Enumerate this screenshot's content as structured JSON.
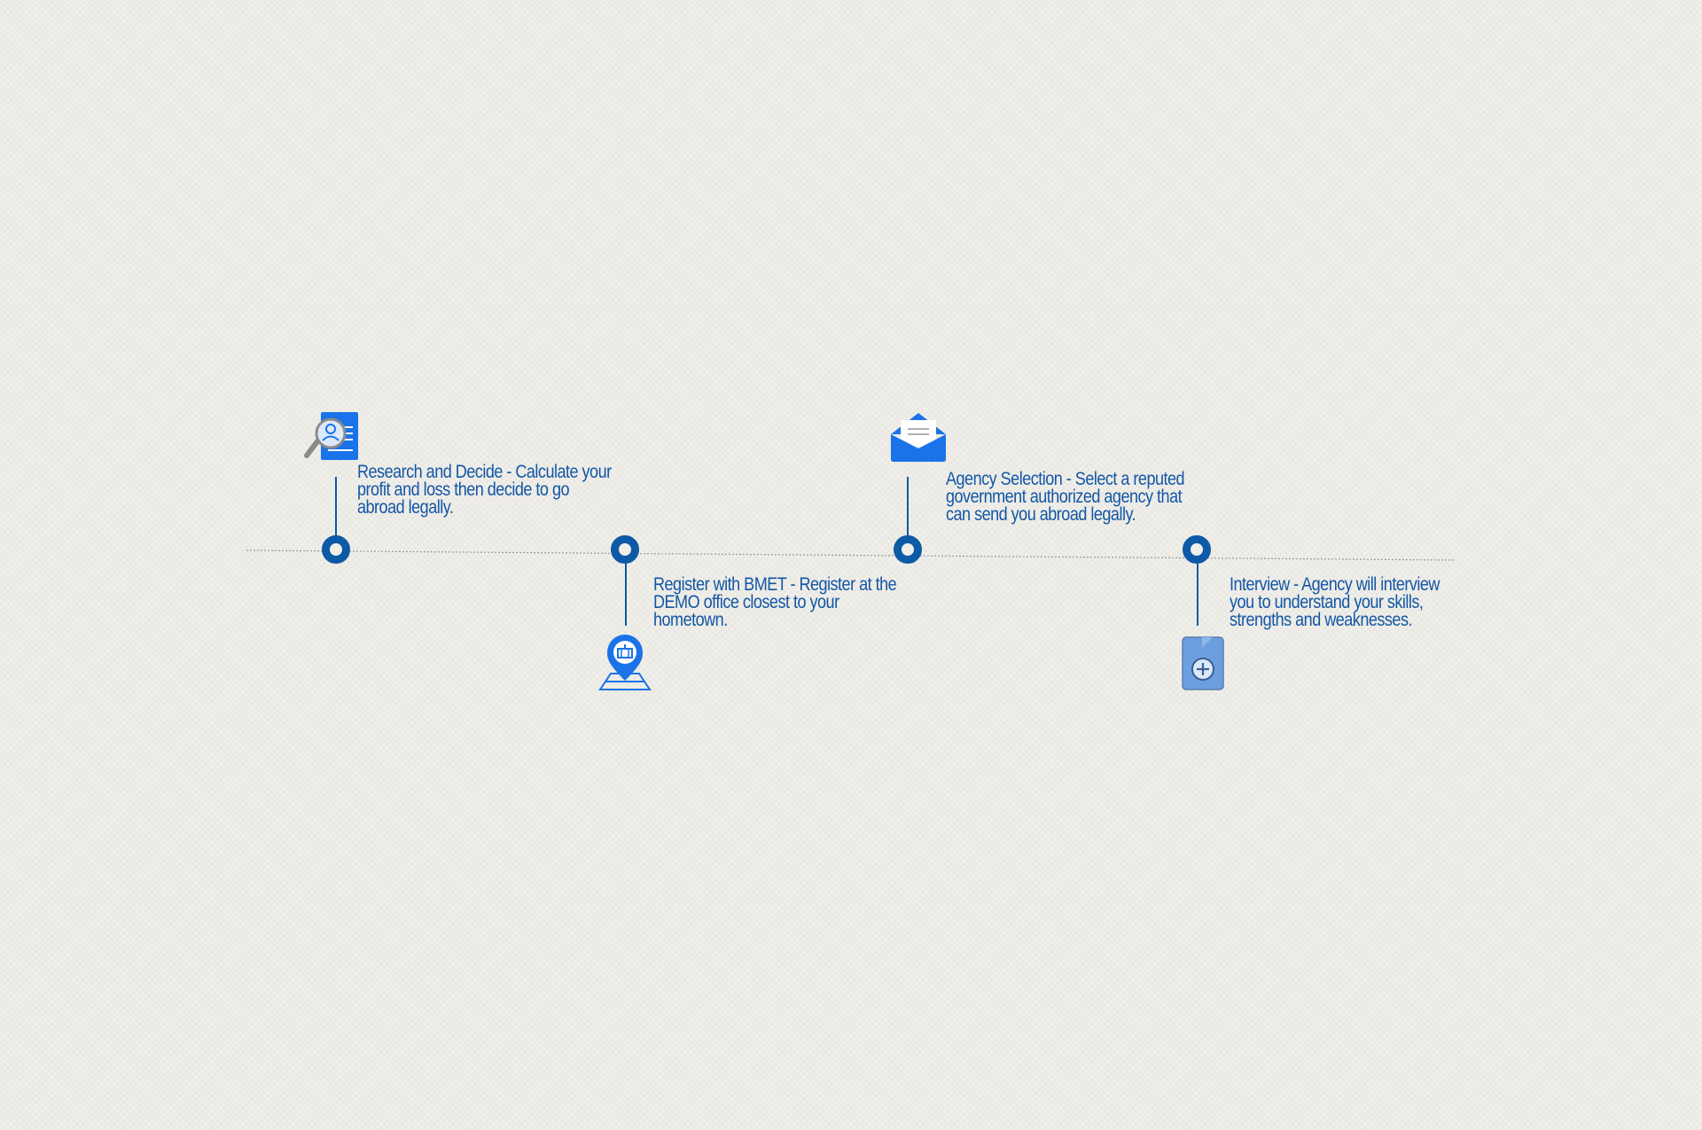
{
  "timeline": {
    "steps": [
      {
        "text": "Research and Decide - Calculate your profit and loss then decide to go abroad legally.",
        "icon": "search-document-icon"
      },
      {
        "text": "Register with BMET - Register at the DEMO office closest to your hometown.",
        "icon": "location-pin-icon"
      },
      {
        "text": "Agency Selection - Select a reputed government authorized agency that can send you abroad legally.",
        "icon": "envelope-icon"
      },
      {
        "text": "Interview - Agency will interview you to understand your skills, strengths and weaknesses.",
        "icon": "document-add-icon"
      }
    ]
  },
  "colors": {
    "primary": "#0d5aa7",
    "text": "#1257a6",
    "icon_blue": "#1a73e8",
    "line": "#9a9a9a",
    "background": "#f1efea"
  }
}
